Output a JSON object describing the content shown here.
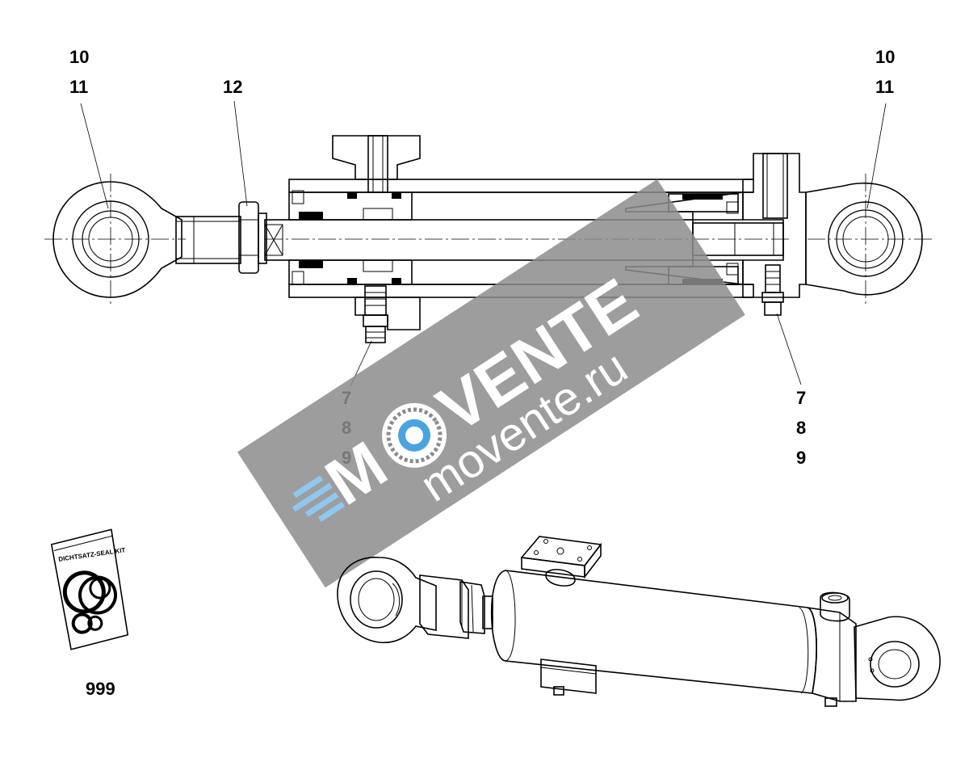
{
  "callouts": {
    "left_eye_top": "10",
    "left_eye_bottom": "11",
    "left_nut": "12",
    "right_eye_top": "10",
    "right_eye_bottom": "11",
    "left_valve_a": "7",
    "left_valve_b": "8",
    "left_valve_c": "9",
    "right_valve_a": "7",
    "right_valve_b": "8",
    "right_valve_c": "9",
    "seal_kit": "999"
  },
  "seal_bag": {
    "label": "DICHTSATZ-SEAL KIT"
  },
  "watermark": {
    "brand_prefix": "M",
    "brand_suffix": "VENTE",
    "url": "movente.ru"
  },
  "colors": {
    "line": "#000000",
    "watermark_band": "#8c8c8c",
    "watermark_ring": "#4aa3df",
    "watermark_lines": "#8ec8f0",
    "background": "#ffffff"
  }
}
